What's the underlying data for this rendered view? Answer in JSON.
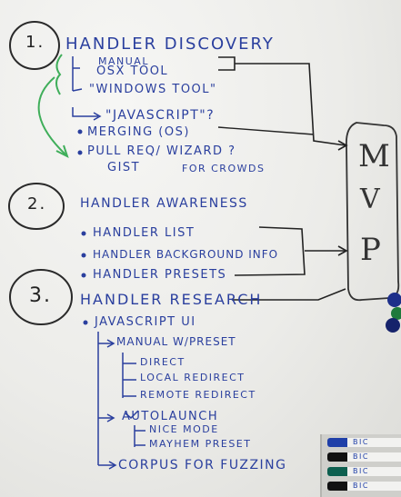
{
  "sections": [
    {
      "number": "1.",
      "title": "HANDLER DISCOVERY",
      "items": [
        {
          "label": "MANUAL"
        },
        {
          "label": "OSX TOOL"
        },
        {
          "label": "\"WINDOWS TOOL\""
        },
        {
          "label": "\"JAVASCRIPT\"?"
        },
        {
          "label": "MERGING (OS)"
        },
        {
          "label": "PULL REQ/ WIZARD ?"
        },
        {
          "label": "GIST"
        },
        {
          "label": "FOR CROWDS"
        }
      ]
    },
    {
      "number": "2.",
      "title": "HANDLER AWARENESS",
      "items": [
        {
          "label": "HANDLER LIST"
        },
        {
          "label": "HANDLER BACKGROUND INFO"
        },
        {
          "label": "HANDLER PRESETS"
        }
      ]
    },
    {
      "number": "3.",
      "title": "HANDLER RESEARCH",
      "items": [
        {
          "label": "JAVASCRIPT UI"
        },
        {
          "label": "MANUAL W/PRESET"
        },
        {
          "label": "DIRECT"
        },
        {
          "label": "LOCAL REDIRECT"
        },
        {
          "label": "REMOTE REDIRECT"
        },
        {
          "label": "AUTOLAUNCH"
        },
        {
          "label": "NICE MODE"
        },
        {
          "label": "MAYHEM PRESET"
        },
        {
          "label": "CORPUS FOR FUZZING"
        }
      ]
    }
  ],
  "mvp": {
    "letters": [
      "M",
      "V",
      "P"
    ]
  },
  "markers": [
    {
      "color": "#1f3fa8",
      "label": "BIC"
    },
    {
      "color": "#111111",
      "label": "BIC"
    },
    {
      "color": "#0d5f4f",
      "label": "BIC"
    },
    {
      "color": "#111111",
      "label": "BIC"
    }
  ]
}
